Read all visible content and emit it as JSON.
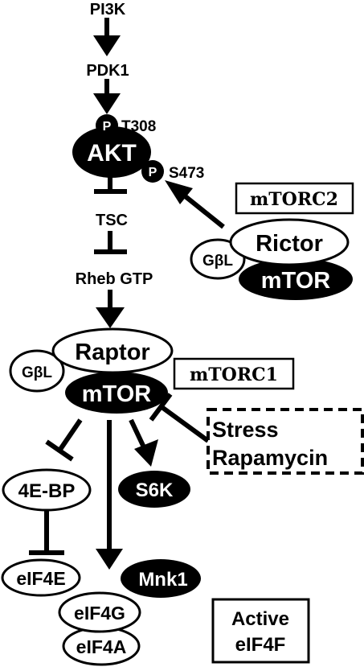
{
  "nodes": {
    "pi3k": "PI3K",
    "pdk1": "PDK1",
    "phospho": "P",
    "t308": "T308",
    "akt": "AKT",
    "s473": "S473",
    "tsc": "TSC",
    "rheb_gtp": "Rheb GTP",
    "mtorc2_label": "mTORC2",
    "rictor": "Rictor",
    "gbl": "GβL",
    "mtor": "mTOR",
    "raptor": "Raptor",
    "mtorc1_label": "mTORC1",
    "stress": "Stress",
    "rapamycin": "Rapamycin",
    "four_ebp": "4E-BP",
    "s6k": "S6K",
    "eif4e": "eIF4E",
    "mnk1": "Mnk1",
    "eif4g": "eIF4G",
    "eif4a": "eIF4A",
    "active": "Active",
    "eif4f": "eIF4F"
  },
  "colors": {
    "ink": "#000000",
    "paper": "#ffffff"
  }
}
